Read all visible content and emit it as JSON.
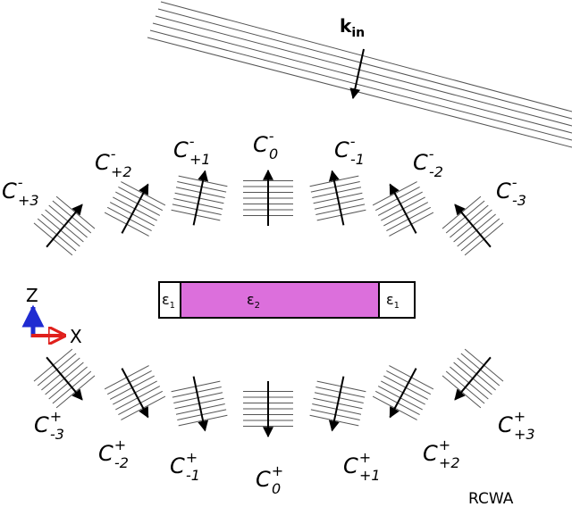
{
  "incident": {
    "label": "k",
    "subscript": "in"
  },
  "structure": {
    "left_label": "ε",
    "left_sub": "1",
    "center_label": "ε",
    "center_sub": "2",
    "right_label": "ε",
    "right_sub": "1",
    "center_color": "#dc6fdc"
  },
  "axes": {
    "z_label": "Z",
    "x_label": "X",
    "z_color": "#1f2bd1",
    "x_color": "#e0201c"
  },
  "reflected_orders": [
    {
      "base": "C",
      "sign": "-",
      "index": "+3"
    },
    {
      "base": "C",
      "sign": "-",
      "index": "+2"
    },
    {
      "base": "C",
      "sign": "-",
      "index": "+1"
    },
    {
      "base": "C",
      "sign": "-",
      "index": "0"
    },
    {
      "base": "C",
      "sign": "-",
      "index": "-1"
    },
    {
      "base": "C",
      "sign": "-",
      "index": "-2"
    },
    {
      "base": "C",
      "sign": "-",
      "index": "-3"
    }
  ],
  "transmitted_orders": [
    {
      "base": "C",
      "sign": "+",
      "index": "-3"
    },
    {
      "base": "C",
      "sign": "+",
      "index": "-2"
    },
    {
      "base": "C",
      "sign": "+",
      "index": "-1"
    },
    {
      "base": "C",
      "sign": "+",
      "index": "0"
    },
    {
      "base": "C",
      "sign": "+",
      "index": "+1"
    },
    {
      "base": "C",
      "sign": "+",
      "index": "+2"
    },
    {
      "base": "C",
      "sign": "+",
      "index": "+3"
    }
  ],
  "caption": "RCWA"
}
